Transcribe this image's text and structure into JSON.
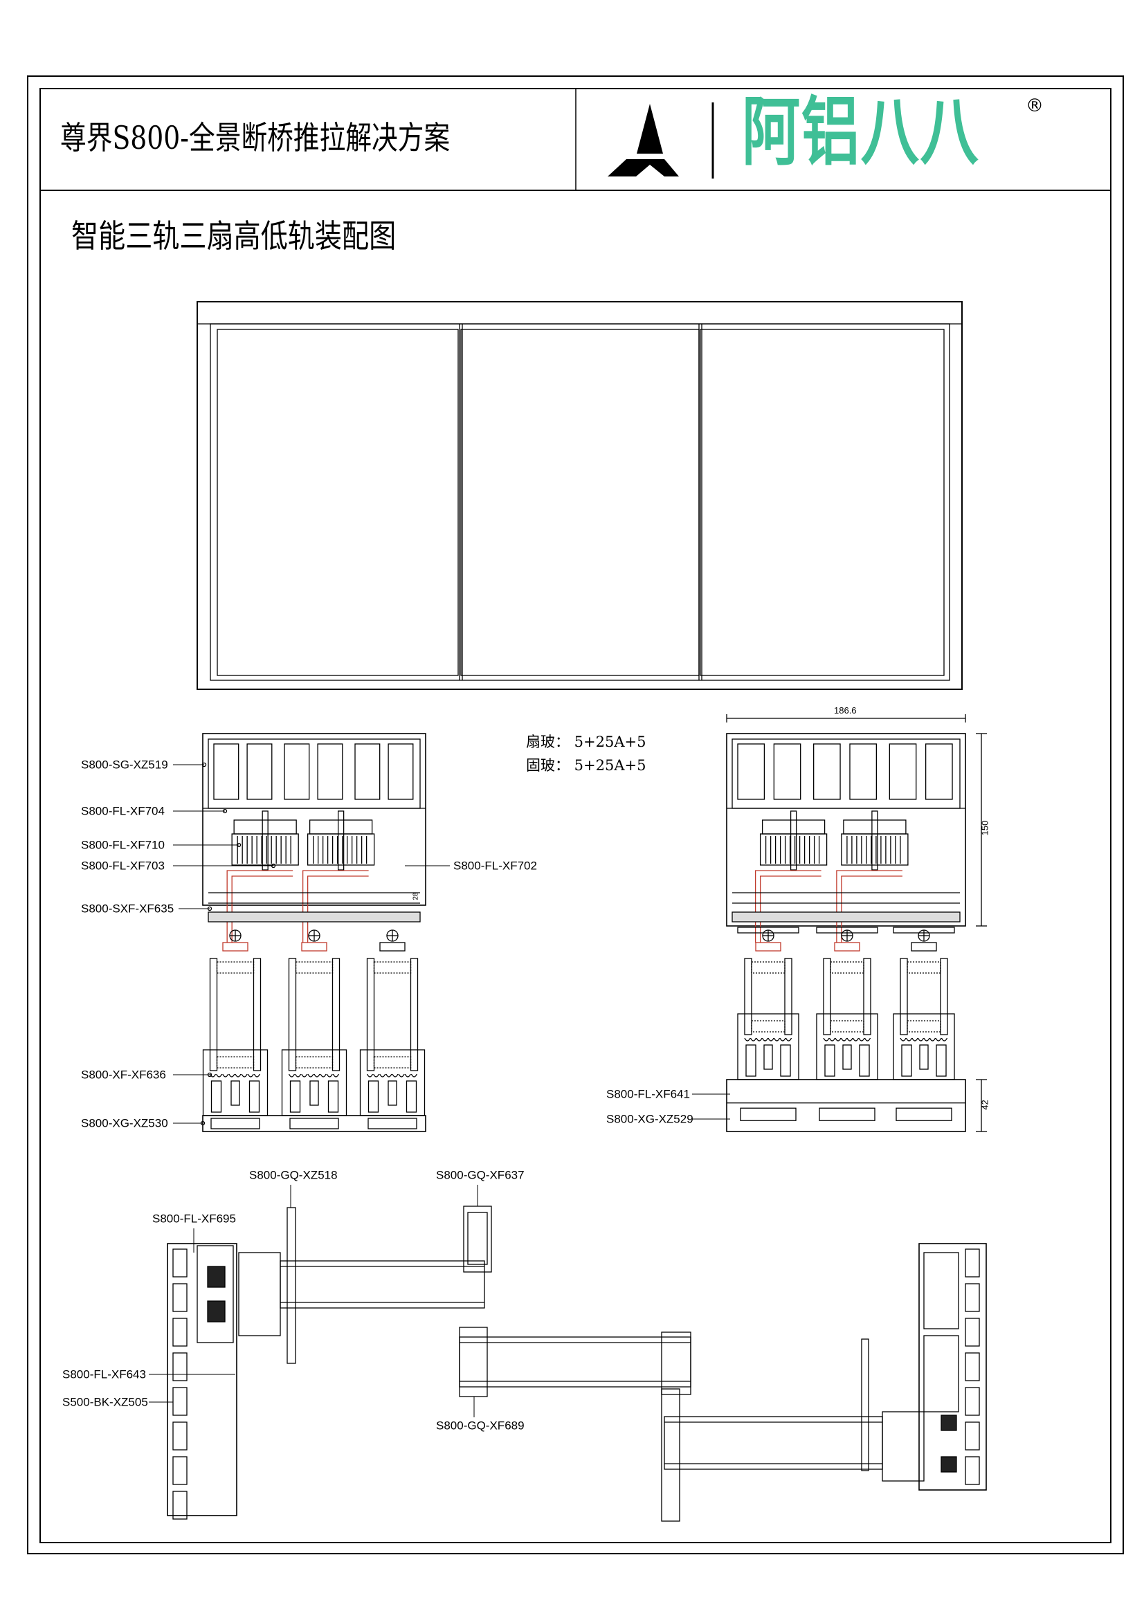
{
  "header": {
    "title": "尊界S800-全景断桥推拉解决方案",
    "logo_text": "阿铝八八",
    "logo_registered": "®",
    "brand_color": "#3fbf96"
  },
  "subtitle": "智能三轨三扇高低轨装配图",
  "glass_spec": {
    "sash": "扇玻：  5+25A+5",
    "fixed": "固玻：  5+25A+5"
  },
  "section_left_labels": [
    "S800-SG-XZ519",
    "S800-FL-XF704",
    "S800-FL-XF710",
    "S800-FL-XF703",
    "S800-SXF-XF635",
    "S800-XF-XF636",
    "S800-XG-XZ530",
    "S800-FL-XF702"
  ],
  "section_right_labels": [
    "S800-FL-XF641",
    "S800-XG-XZ529"
  ],
  "dimensions": {
    "width": "186.6",
    "head_height": "150",
    "sill_height": "42",
    "sash_offset": "28"
  },
  "plan_labels": [
    "S800-GQ-XZ518",
    "S800-GQ-XF637",
    "S800-FL-XF695",
    "S800-FL-XF643",
    "S500-BK-XZ505",
    "S800-GQ-XF689"
  ],
  "colors": {
    "line": "#000000",
    "highlight": "#c0392b"
  }
}
